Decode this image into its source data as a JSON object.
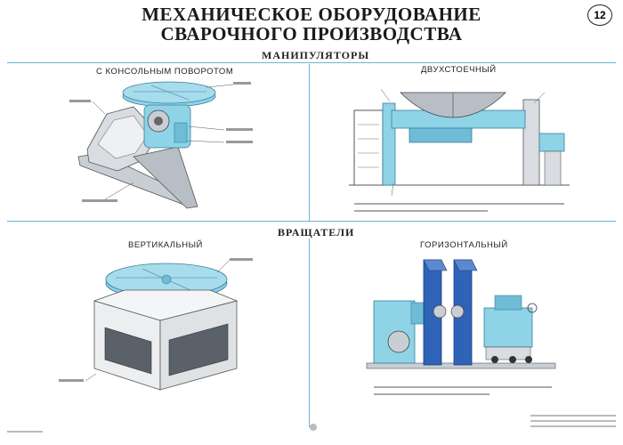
{
  "poster": {
    "title_line1": "МЕХАНИЧЕСКОЕ ОБОРУДОВАНИЕ",
    "title_line2": "СВАРОЧНОГО ПРОИЗВОДСТВА",
    "page_number": "12"
  },
  "sections": {
    "manipulators": "МАНИПУЛЯТОРЫ",
    "rotators": "ВРАЩАТЕЛИ"
  },
  "panels": {
    "top_left": "С КОНСОЛЬНЫМ ПОВОРОТОМ",
    "top_right": "ДВУХСТОЕЧНЫЙ",
    "bottom_left": "ВЕРТИКАЛЬНЫЙ",
    "bottom_right": "ГОРИЗОНТАЛЬНЫЙ"
  },
  "colors": {
    "accent": "#8ed3e6",
    "accent_dark": "#4aa3c4",
    "blue_column": "#2e63b8",
    "metal": "#c9ced4",
    "divider": "#6ab3d9"
  }
}
